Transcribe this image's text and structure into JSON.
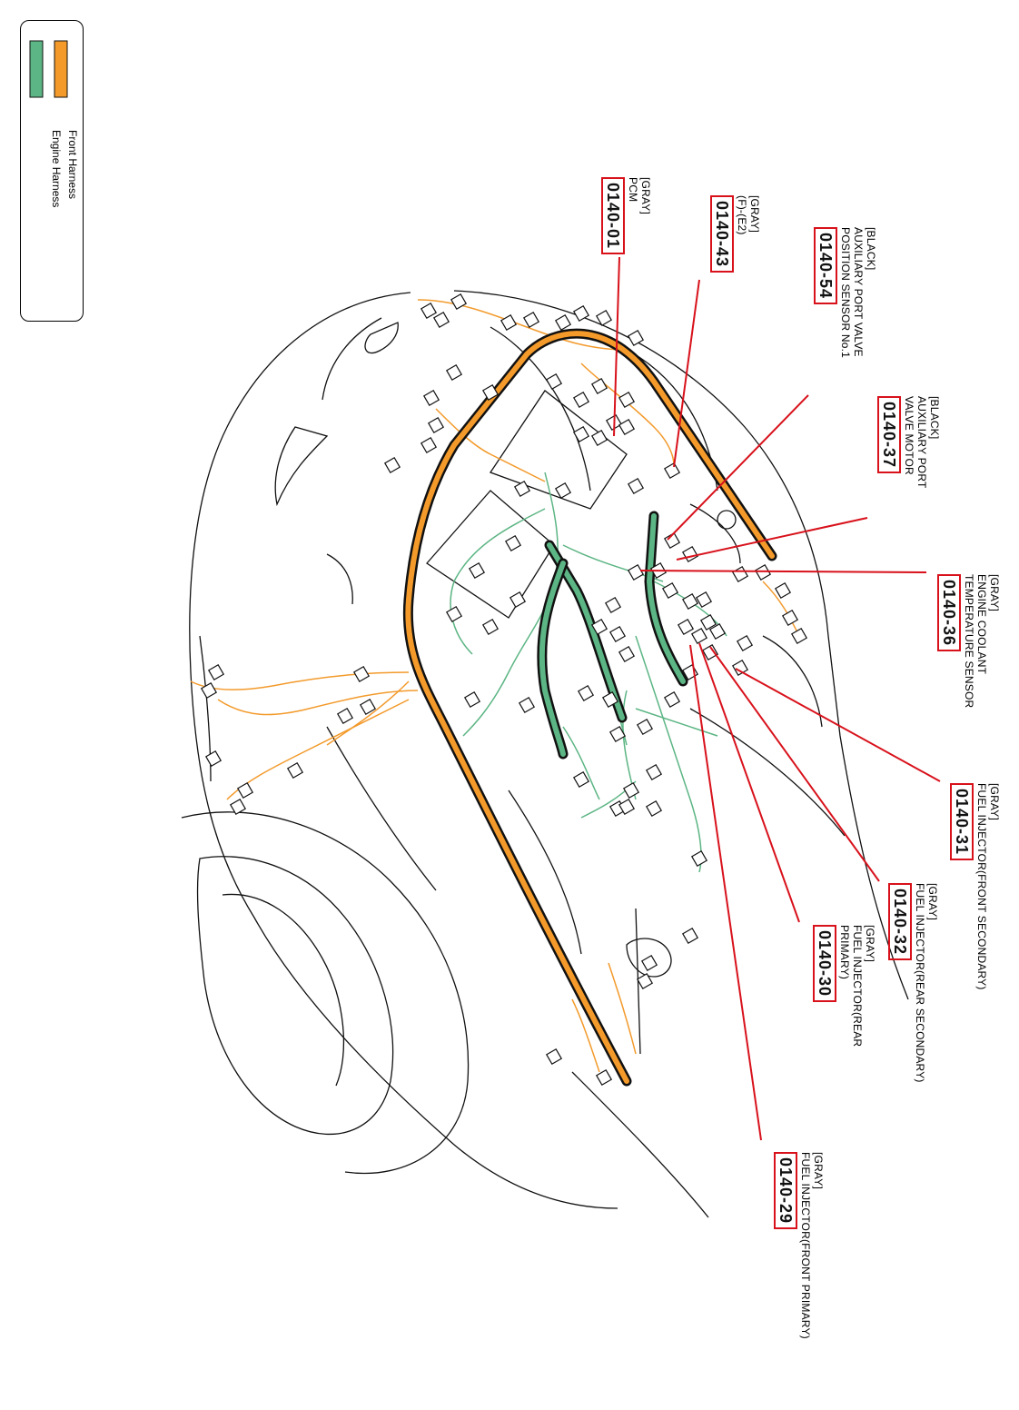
{
  "legend": {
    "items": [
      {
        "label": "Front Harness",
        "color": "#f39a2b"
      },
      {
        "label": "Engine Harness",
        "color": "#5cb584"
      }
    ]
  },
  "callouts": [
    {
      "color": "[GRAY]",
      "name": [
        "PCM"
      ],
      "code": "0140-01"
    },
    {
      "color": "[GRAY]",
      "name": [
        "(F)-(E2)"
      ],
      "code": "0140-43"
    },
    {
      "color": "[BLACK]",
      "name": [
        "AUXILIARY PORT VALVE",
        "POSITION SENSOR No.1"
      ],
      "code": "0140-54"
    },
    {
      "color": "[BLACK]",
      "name": [
        "AUXILIARY PORT",
        "VALVE MOTOR"
      ],
      "code": "0140-37"
    },
    {
      "color": "[GRAY]",
      "name": [
        "ENGINE COOLANT",
        "TEMPERATURE SENSOR"
      ],
      "code": "0140-36"
    },
    {
      "color": "[GRAY]",
      "name": [
        "FUEL INJECTOR(FRONT SECONDARY)"
      ],
      "code": "0140-31"
    },
    {
      "color": "[GRAY]",
      "name": [
        "FUEL INJECTOR(REAR SECONDARY)"
      ],
      "code": "0140-32"
    },
    {
      "color": "[GRAY]",
      "name": [
        "FUEL INJECTOR(REAR",
        "PRIMARY)"
      ],
      "code": "0140-30"
    },
    {
      "color": "[GRAY]",
      "name": [
        "FUEL INJECTOR(FRONT PRIMARY)"
      ],
      "code": "0140-29"
    }
  ],
  "colors": {
    "leader": "#d8111b",
    "outline": "#111111",
    "front_harness": "#f39a2b",
    "engine_harness": "#5cb584"
  }
}
